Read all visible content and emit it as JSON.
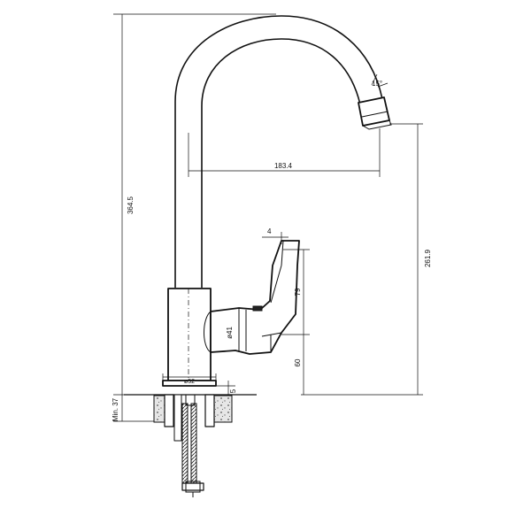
{
  "drawing": {
    "dimensions": {
      "total_height": "364.5",
      "reach": "183.4",
      "spout_height": "261.9",
      "lever_height": "79",
      "base_to_lever": "60",
      "body_diameter": "ø41",
      "base_diameter": "ø52",
      "base_thickness": "5",
      "lever_offset": "4",
      "spout_angle": "15°",
      "min_counter": "Min. 37"
    },
    "colors": {
      "line": "#111111",
      "counter_fill": "#d9d9d9"
    }
  }
}
